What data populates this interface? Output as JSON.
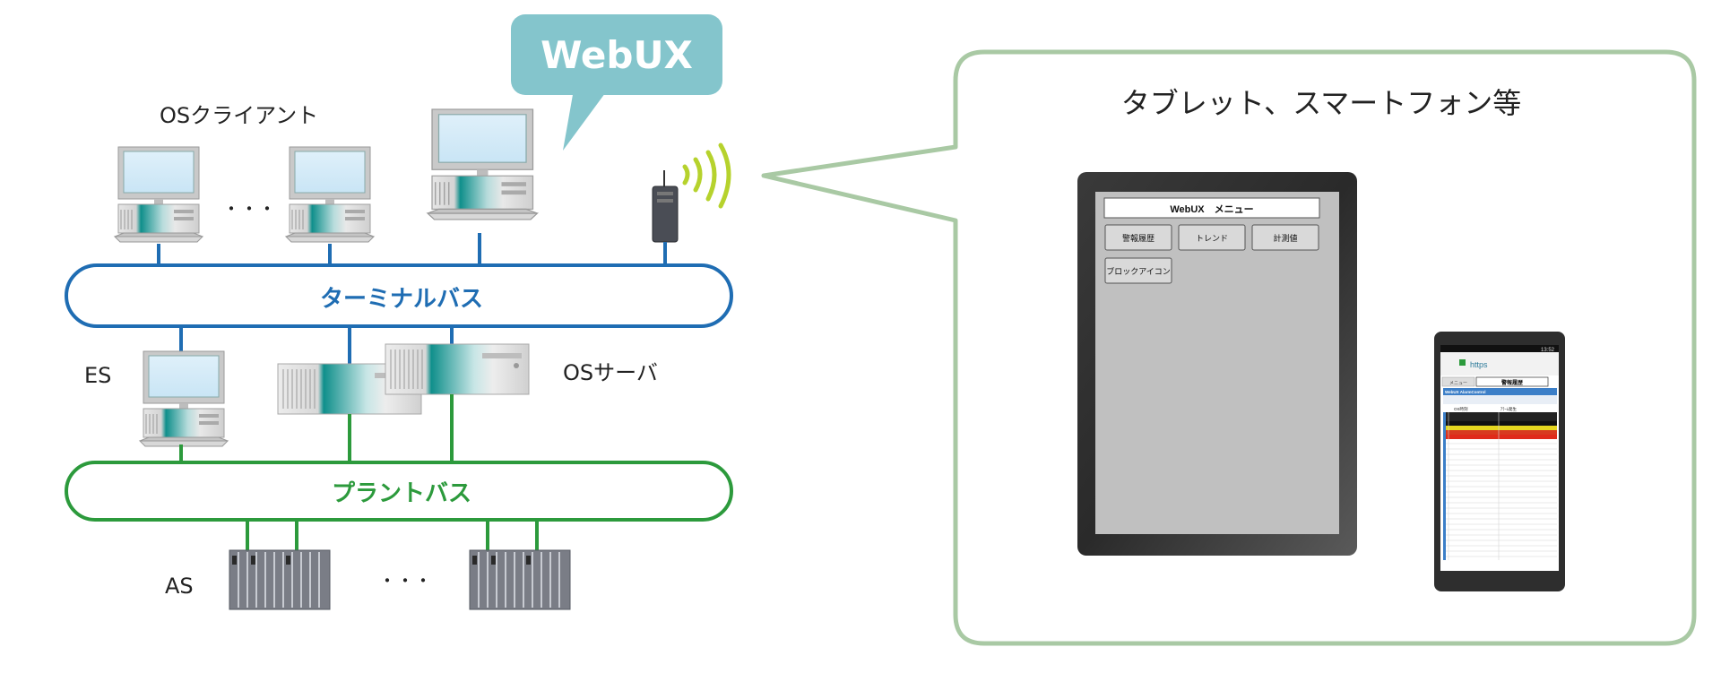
{
  "labels": {
    "os_clients": "OSクライアント",
    "es": "ES",
    "os_server": "OSサーバ",
    "as": "AS",
    "ellipsis_top": "・・・",
    "ellipsis_bottom": "・・・"
  },
  "buses": {
    "terminal": "ターミナルバス",
    "plant": "プラントバス"
  },
  "bubble": {
    "webux": "WebUX"
  },
  "callout": {
    "title": "タブレット、スマートフォン等",
    "tablet": {
      "menu_title": "WebUX　メニュー",
      "buttons": [
        "警報履歴",
        "トレンド",
        "計測値",
        "ブロックアイコン"
      ]
    },
    "phone": {
      "url": "https",
      "status_time": "13:52",
      "tabs": [
        "メニュー",
        "警報履歴"
      ],
      "app_title": "WebUX AlarmControl",
      "col_headers": [
        "OS時刻",
        "ｱﾗｰﾑ発生"
      ]
    }
  },
  "colors": {
    "terminal_bus": "#1f6db3",
    "plant_bus": "#2c9a3c",
    "callout_border": "#a9c9a4",
    "bubble": "#84c5cc",
    "wifi": "#b6d22d"
  }
}
